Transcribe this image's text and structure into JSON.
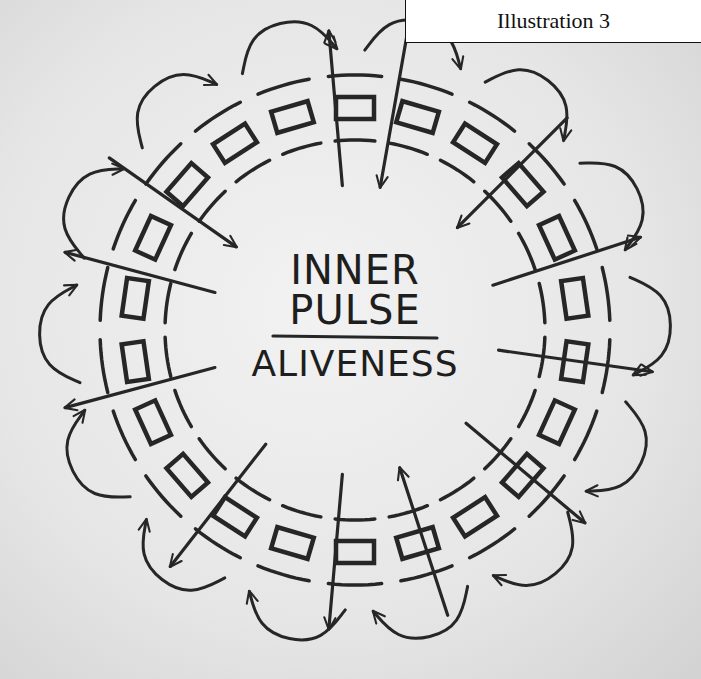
{
  "diagram": {
    "nodes": [
      {
        "text": [
          "Illustration 3"
        ]
      }
    ],
    "labels": [
      "INNER PULSE",
      "ALIVENESS"
    ]
  }
}
